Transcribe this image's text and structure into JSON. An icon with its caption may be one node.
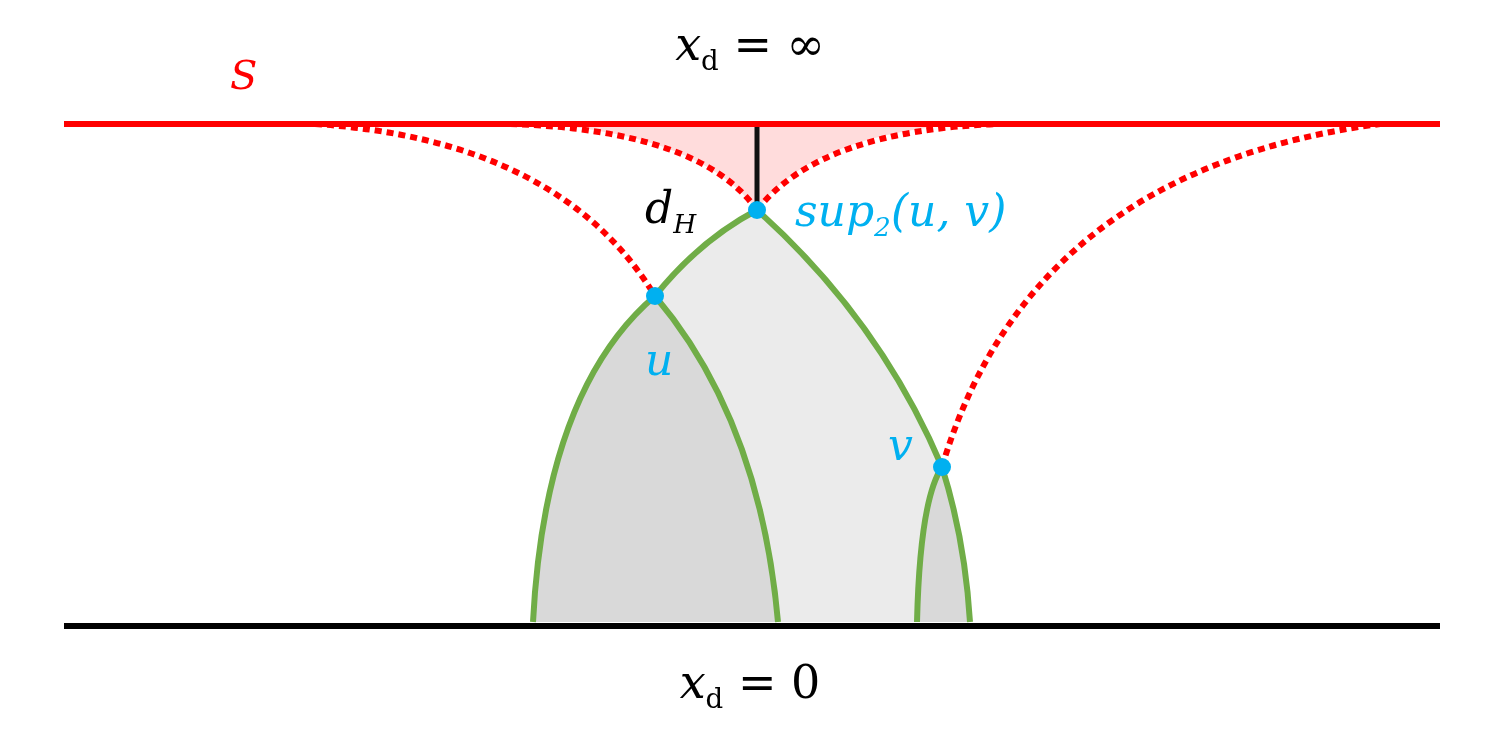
{
  "diagram": {
    "labels": [
      "*x*$_{d}$ = ∞",
      "S",
      "d$_{H}$",
      "sup$_{2}$(u, v)",
      "u",
      "v",
      "*x*$_{d}$ = 0"
    ]
  }
}
